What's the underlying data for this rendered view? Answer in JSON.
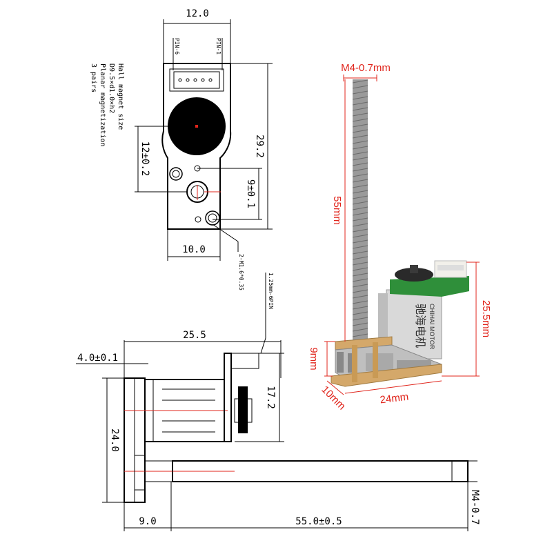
{
  "top_view": {
    "width": "12.0",
    "pin6": "PIN-6",
    "pin1": "PIN-1",
    "height": "29.2",
    "hole_spacing": "12±0.2",
    "shaft_offset": "9±0.1",
    "base_width": "10.0",
    "screw": "2-M1.6*0.35",
    "notes": [
      "Hall magnet size",
      "D9.5×d1.0×h2",
      "Planar magnetization",
      "3 pairs"
    ]
  },
  "side_view": {
    "connector": "1.25mm-6PIN",
    "length": "25.5",
    "plate": "4.0±0.1",
    "motor_dia": "17.2",
    "total_height": "24.0",
    "gear_len": "9.0",
    "screw_len": "55.0±0.5",
    "thread": "M4-0.7"
  },
  "photo": {
    "thread": "M4-0.7mm",
    "screw_len": "55mm",
    "height": "25.5mm",
    "gear_h": "9mm",
    "depth": "10mm",
    "length": "24mm",
    "brand_cn": "驰海电机",
    "brand_en": "CHIHAI MOTOR"
  },
  "colors": {
    "dimension_red": "#e0241b",
    "brass": "#d4a86a",
    "pcb": "#2f8f3a"
  }
}
